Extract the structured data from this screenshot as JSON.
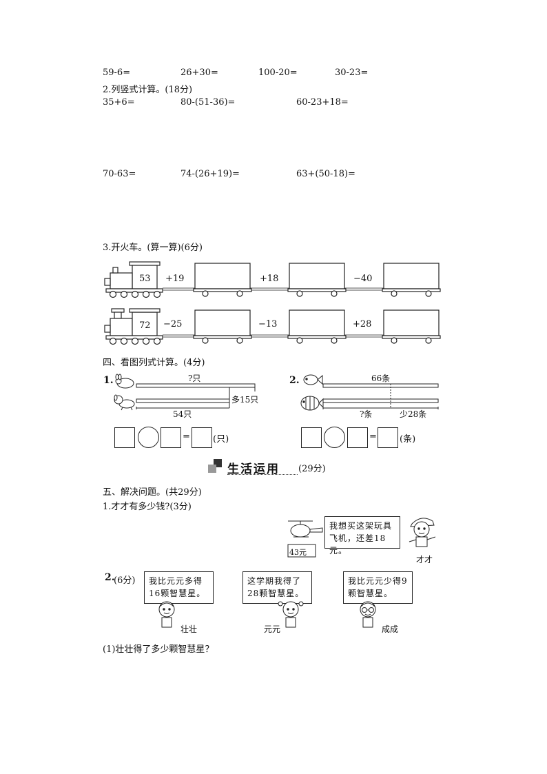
{
  "oral_calc": [
    "59-6=",
    "26+30=",
    "100-20=",
    "30-23="
  ],
  "q2": {
    "title": "2.列竖式计算。(18分)",
    "row1": [
      "35+6=",
      "80-(51-36)=",
      "60-23+18="
    ],
    "row2": [
      "70-63=",
      "74-(26+19)=",
      "63+(50-18)="
    ]
  },
  "q3": {
    "title": "3.开火车。(算一算)(6分)",
    "train1": {
      "start": "53",
      "ops": [
        "+19",
        "+18",
        "−40"
      ]
    },
    "train2": {
      "start": "72",
      "ops": [
        "−25",
        "−13",
        "+28"
      ]
    }
  },
  "section4": {
    "title": "四、看图列式计算。(4分)",
    "p1": {
      "num": "1.",
      "top_label": "?只",
      "diff_label": "多15只",
      "bottom_label": "54只",
      "eq_sign": "=",
      "unit": "(只)"
    },
    "p2": {
      "num": "2.",
      "top_label": "66条",
      "bottom_label_q": "?条",
      "bottom_label_less": "少28条",
      "eq_sign": "=",
      "unit": "(条)"
    }
  },
  "banner": {
    "title": "生活运用",
    "score": "(29分)"
  },
  "section5": {
    "title": "五、解决问题。(共29分)",
    "q1": {
      "title": "1.才才有多少钱?(3分)",
      "bubble": "我想买这架玩具飞机，还差18元。",
      "price": "43元",
      "name": "才才"
    },
    "q2": {
      "num": "2.",
      "score": "(6分)",
      "kids": [
        {
          "bubble": "我比元元多得16颗智慧星。",
          "name": "壮壮"
        },
        {
          "bubble": "这学期我得了28颗智慧星。",
          "name": "元元"
        },
        {
          "bubble": "我比元元少得9颗智慧星。",
          "name": "成成"
        }
      ],
      "sub1": "(1)壮壮得了多少颗智慧星？"
    }
  }
}
